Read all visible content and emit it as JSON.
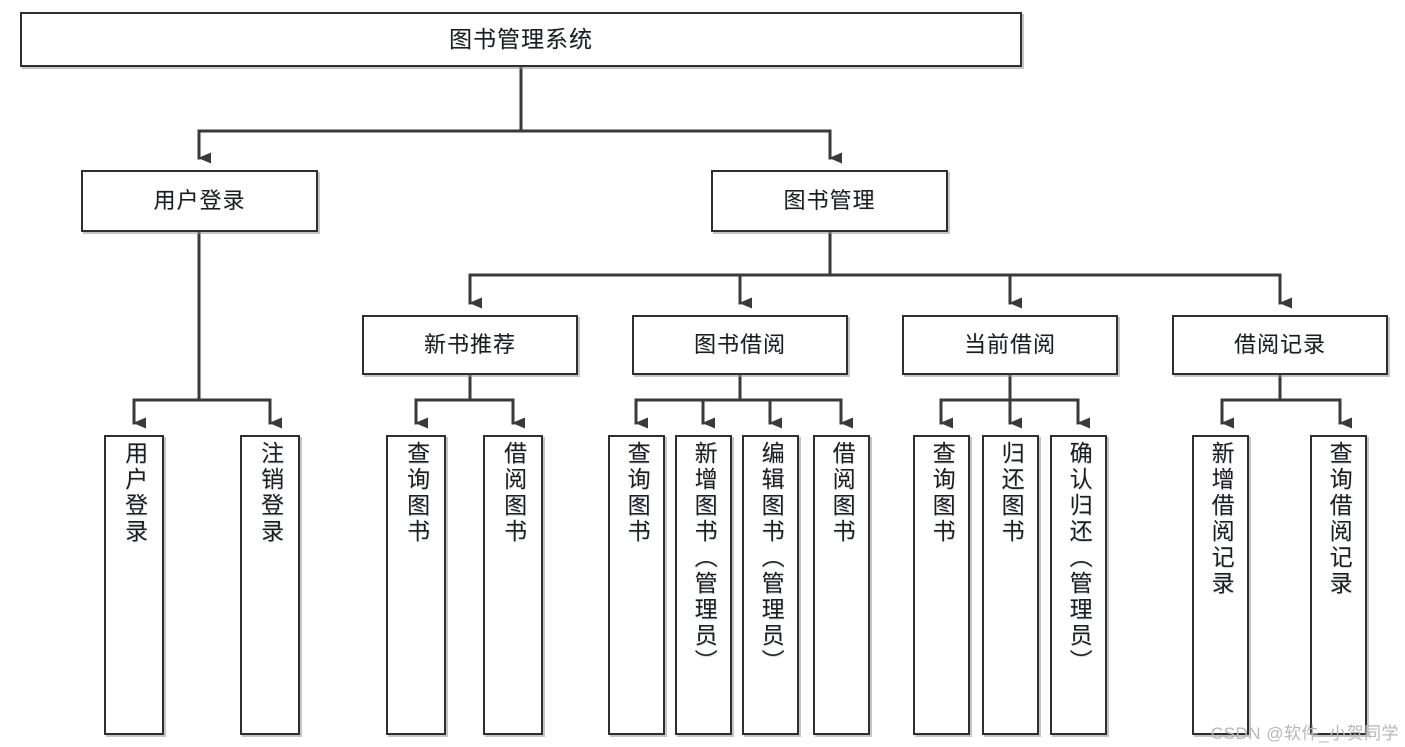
{
  "diagram": {
    "title": "图书管理系统",
    "type": "tree",
    "watermark": "CSDN @软件_小贺同学",
    "colors": {
      "box_border": "#2f2f2f",
      "box_fill": "#ffffff",
      "line": "#3a3a3a",
      "text": "#1d1d1d",
      "watermark": "#b7b7b7"
    },
    "root": {
      "label": "图书管理系统"
    },
    "level2": [
      {
        "label": "用户登录"
      },
      {
        "label": "图书管理"
      }
    ],
    "level3": [
      {
        "label": "新书推荐"
      },
      {
        "label": "图书借阅"
      },
      {
        "label": "当前借阅"
      },
      {
        "label": "借阅记录"
      }
    ],
    "leaves": {
      "user_login": [
        {
          "label": "用户登录"
        },
        {
          "label": "注销登录"
        }
      ],
      "new_book_recommend": [
        {
          "label": "查询图书"
        },
        {
          "label": "借阅图书"
        }
      ],
      "book_borrow": [
        {
          "label": "查询图书"
        },
        {
          "label": "新增图书（管理员）"
        },
        {
          "label": "编辑图书（管理员）"
        },
        {
          "label": "借阅图书"
        }
      ],
      "current_borrow": [
        {
          "label": "查询图书"
        },
        {
          "label": "归还图书"
        },
        {
          "label": "确认归还（管理员）"
        }
      ],
      "borrow_record": [
        {
          "label": "新增借阅记录"
        },
        {
          "label": "查询借阅记录"
        }
      ]
    }
  }
}
